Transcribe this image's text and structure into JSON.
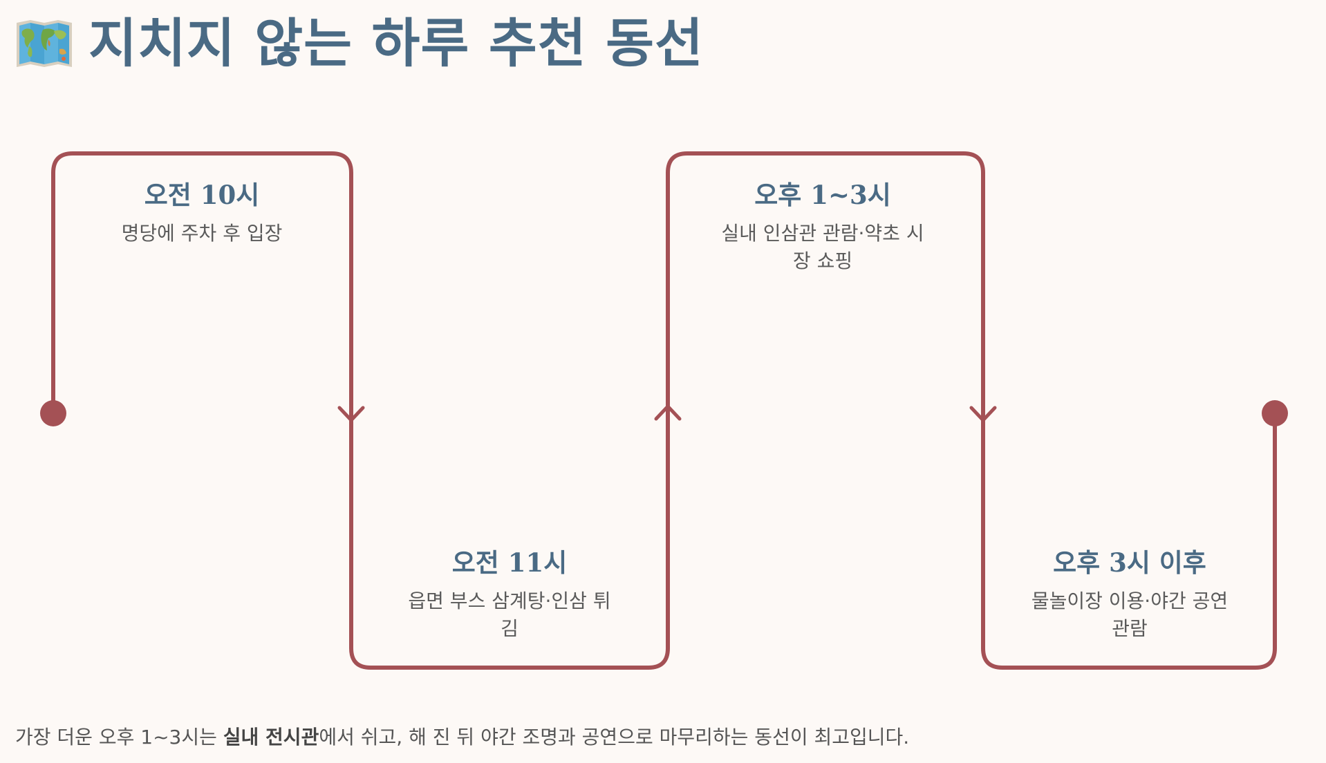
{
  "header": {
    "icon": "world-map-icon",
    "title": "지치지 않는 하루 추천 동선"
  },
  "colors": {
    "background": "#fdf9f6",
    "route": "#a45155",
    "title": "#4a6a84",
    "body_text": "#5a5a5a"
  },
  "stops": [
    {
      "time": "오전 10시",
      "desc": "명당에 주차 후 입장"
    },
    {
      "time": "오전 11시",
      "desc": "읍면 부스 삼계탕·인삼 튀김"
    },
    {
      "time": "오후 1~3시",
      "desc": "실내 인삼관 관람·약초 시장 쇼핑"
    },
    {
      "time": "오후 3시 이후",
      "desc": "물놀이장 이용·야간 공연 관람"
    }
  ],
  "footer": {
    "before": "가장 더운 오후 1~3시는 ",
    "bold": "실내 전시관",
    "after": "에서 쉬고, 해 진 뒤 야간 조명과 공연으로 마무리하는 동선이 최고입니다."
  }
}
